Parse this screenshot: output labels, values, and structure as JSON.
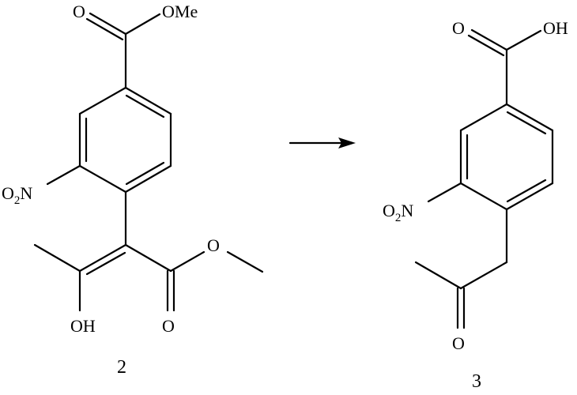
{
  "diagram": {
    "type": "chemical-reaction-scheme",
    "reactant": {
      "compound_label": "2",
      "labels": {
        "carbonyl_o": "O",
        "ester_ome": "OMe",
        "nitro_o": "O",
        "nitro_sub": "2",
        "nitro_n": "N",
        "enol_oh": "OH",
        "ester_carbonyl_o": "O",
        "ester_o": "O"
      }
    },
    "arrow": {
      "direction": "right"
    },
    "product": {
      "compound_label": "3",
      "labels": {
        "carbonyl_o": "O",
        "acid_oh": "OH",
        "nitro_o": "O",
        "nitro_sub": "2",
        "nitro_n": "N",
        "ketone_o": "O"
      }
    },
    "colors": {
      "ink": "#000000",
      "background": "#ffffff"
    }
  }
}
